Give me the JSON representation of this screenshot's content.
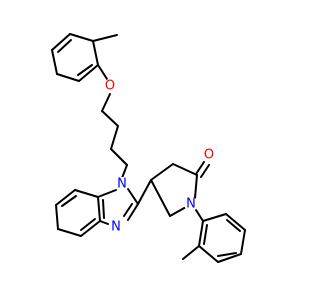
{
  "molecule": {
    "atoms": [
      {
        "id": "o_ether",
        "symbol": "O",
        "color": "#ff0000"
      },
      {
        "id": "n_benzimidazole_1",
        "symbol": "N",
        "color": "#0000ff"
      },
      {
        "id": "n_benzimidazole_3",
        "symbol": "N",
        "color": "#0000ff"
      },
      {
        "id": "n_pyrrolidinone",
        "symbol": "N",
        "color": "#0000ff"
      },
      {
        "id": "o_carbonyl",
        "symbol": "O",
        "color": "#ff0000"
      }
    ],
    "bond_color": "#000000"
  }
}
